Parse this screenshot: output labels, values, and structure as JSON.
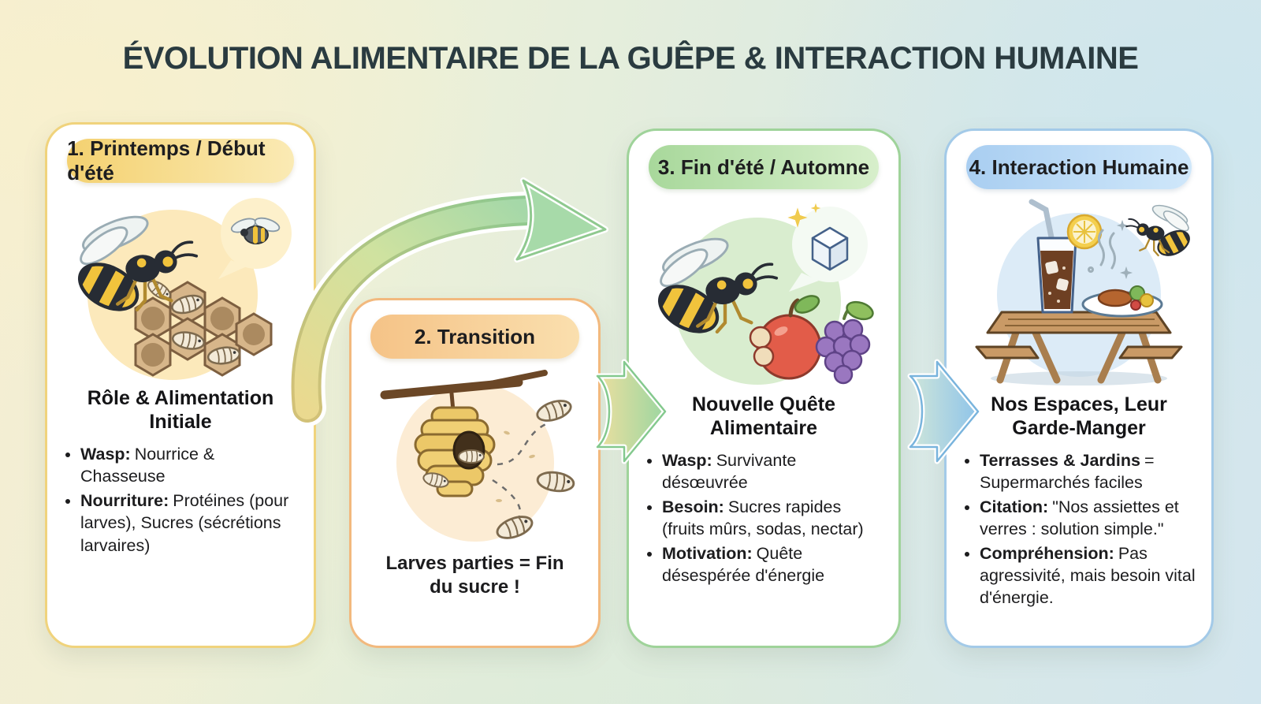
{
  "title": "ÉVOLUTION ALIMENTAIRE DE LA GUÊPE & INTERACTION HUMAINE",
  "palette": {
    "background_left": "#f5eed2",
    "background_right": "#d3e6ee",
    "title_color": "#2a3b40",
    "card1_accent": "#f0d37c",
    "card2_accent": "#f2b97e",
    "card3_accent": "#9fd39a",
    "card4_accent": "#a3cae8",
    "arrow_yellow": "#ead98f",
    "arrow_green": "#9cd6a1",
    "arrow_blue": "#8fc4e9"
  },
  "icons": [
    "wasp-icon",
    "bee-icon",
    "honeycomb-icon",
    "larva-icon",
    "hive-icon",
    "branch-icon",
    "speech-bubble-icon",
    "sugar-cube-icon",
    "sparkle-icon",
    "apple-icon",
    "grapes-icon",
    "picnic-table-icon",
    "soda-glass-icon",
    "straw-icon",
    "lemon-slice-icon",
    "food-plate-icon",
    "steam-icon",
    "curved-arrow-icon",
    "chevron-arrow-icon"
  ],
  "cards": [
    {
      "badge": "1. Printemps / Début d'été",
      "heading": "Rôle & Alimentation Initiale",
      "bullets": [
        {
          "label": "Wasp:",
          "text": "Nourrice & Chasseuse"
        },
        {
          "label": "Nourriture:",
          "text": "Protéines (pour larves), Sucres (sécrétions larvaires)"
        }
      ]
    },
    {
      "badge": "2. Transition",
      "caption": "Larves parties = Fin du sucre !"
    },
    {
      "badge": "3. Fin d'été / Automne",
      "heading": "Nouvelle Quête Alimentaire",
      "bullets": [
        {
          "label": "Wasp:",
          "text": "Survivante désœuvrée"
        },
        {
          "label": "Besoin:",
          "text": "Sucres rapides (fruits mûrs, sodas, nectar)"
        },
        {
          "label": "Motivation:",
          "text": "Quête désespérée d'énergie"
        }
      ]
    },
    {
      "badge": "4. Interaction Humaine",
      "heading": "Nos Espaces, Leur Garde-Manger",
      "bullets": [
        {
          "label": "Terrasses & Jardins",
          "text": "= Supermarchés faciles"
        },
        {
          "label": "Citation:",
          "text": "\"Nos assiettes et verres : solution simple.\""
        },
        {
          "label": "Compréhension:",
          "text": "Pas agressivité, mais besoin vital d'énergie."
        }
      ]
    }
  ]
}
